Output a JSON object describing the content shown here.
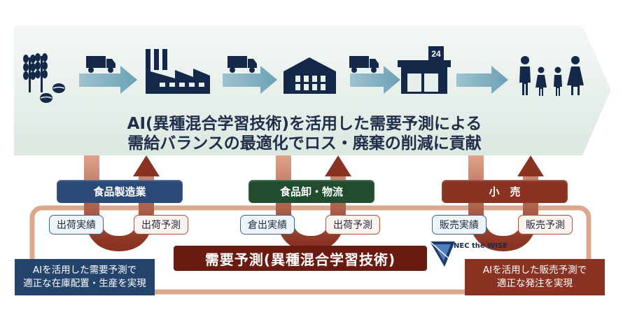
{
  "headline": {
    "line1": "AI(異種混合学習技術)を活用した需要予測による",
    "line2": "需給バランスの最適化でロス・廃棄の削減に貢献"
  },
  "chain_icons": [
    "grain-coffee-icon",
    "truck-icon",
    "factory-icon",
    "truck-icon",
    "warehouse-icon",
    "truck-icon",
    "convenience-store-icon",
    "family-icon"
  ],
  "store_sign": "24",
  "sectors": [
    {
      "label": "食品製造業",
      "color": "#2b4a78",
      "left_chip": "出荷実績",
      "right_chip": "出荷予測"
    },
    {
      "label": "食品卸・物流",
      "color": "#214d2e",
      "left_chip": "倉出実績",
      "right_chip": "出荷予測"
    },
    {
      "label": "小　売",
      "color": "#8a3322",
      "left_chip": "販売実績",
      "right_chip": "販売予測"
    }
  ],
  "center_box": {
    "label": "需要予測(異種混合学習技術)",
    "color": "#6b1a12"
  },
  "logo": {
    "text": "NEC the WISE"
  },
  "notes": {
    "left": {
      "line1": "AIを活用した需要予測で",
      "line2": "適正な在庫配置・生産を実現",
      "color": "#24446c"
    },
    "right": {
      "line1": "AIを活用した販売予測で",
      "line2": "適正な発注を実現",
      "color": "#8a3322"
    }
  },
  "colors": {
    "arrow_blue": "#2f5682",
    "arrow_red": "#8a3322",
    "loop": "#d9a88d",
    "banner_bg": "#e6efe9",
    "icon": "#14284a"
  }
}
